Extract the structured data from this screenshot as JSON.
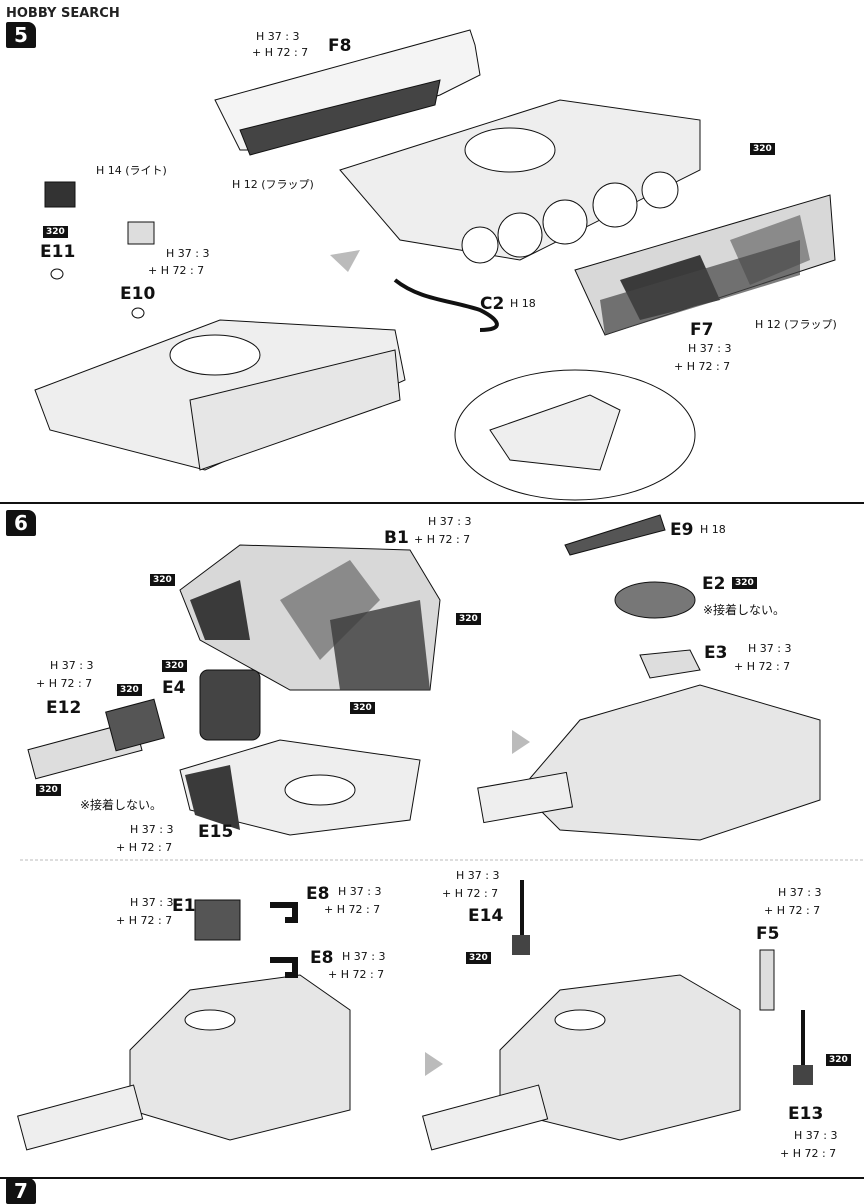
{
  "watermark": "HOBBY SEARCH",
  "steps": {
    "s5": "5",
    "s6": "6",
    "s7": "7"
  },
  "paint": {
    "h37": "H 37 : 3",
    "h72": "+ H 72 : 7",
    "h12flap": "H 12 (フラップ)",
    "h14light": "H 14 (ライト)",
    "h18": "H 18"
  },
  "chip320": "320",
  "note_noglue": "※接着しない。",
  "parts": {
    "F8": "F8",
    "F7": "F7",
    "E11": "E11",
    "E10": "E10",
    "C2": "C2",
    "B1": "B1",
    "E4": "E4",
    "E12": "E12",
    "E15": "E15",
    "E9": "E9",
    "E2": "E2",
    "E3": "E3",
    "E1": "E1",
    "E8": "E8",
    "E14": "E14",
    "F5": "F5",
    "E13": "E13"
  },
  "colors": {
    "camo_dark": "#3a3a3a",
    "camo_mid": "#8a8a8a",
    "camo_light": "#d8d8d8"
  }
}
